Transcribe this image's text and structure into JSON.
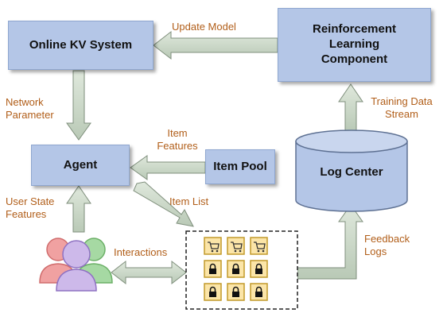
{
  "nodes": {
    "online_kv": "Online KV System",
    "rl_line1": "Reinforcement",
    "rl_line2": "Learning",
    "rl_line3": "Component",
    "agent": "Agent",
    "item_pool": "Item Pool",
    "log_center": "Log Center"
  },
  "labels": {
    "update_model": "Update Model",
    "network_parameter_1": "Network",
    "network_parameter_2": "Parameter",
    "item_features_1": "Item",
    "item_features_2": "Features",
    "item_list": "Item List",
    "user_state_1": "User State",
    "user_state_2": "Features",
    "interactions": "Interactions",
    "training_data_1": "Training Data",
    "training_data_2": "Stream",
    "feedback_1": "Feedback",
    "feedback_2": "Logs"
  },
  "item_grid": [
    "cart-icon",
    "cart-icon",
    "cart-icon",
    "lock-icon",
    "lock-icon",
    "lock-icon",
    "lock-icon",
    "lock-icon",
    "lock-icon"
  ],
  "colors": {
    "box_fill": "#b4c6e7",
    "label_text": "#b15e19",
    "arrow_fill": "#c9d7c5"
  }
}
